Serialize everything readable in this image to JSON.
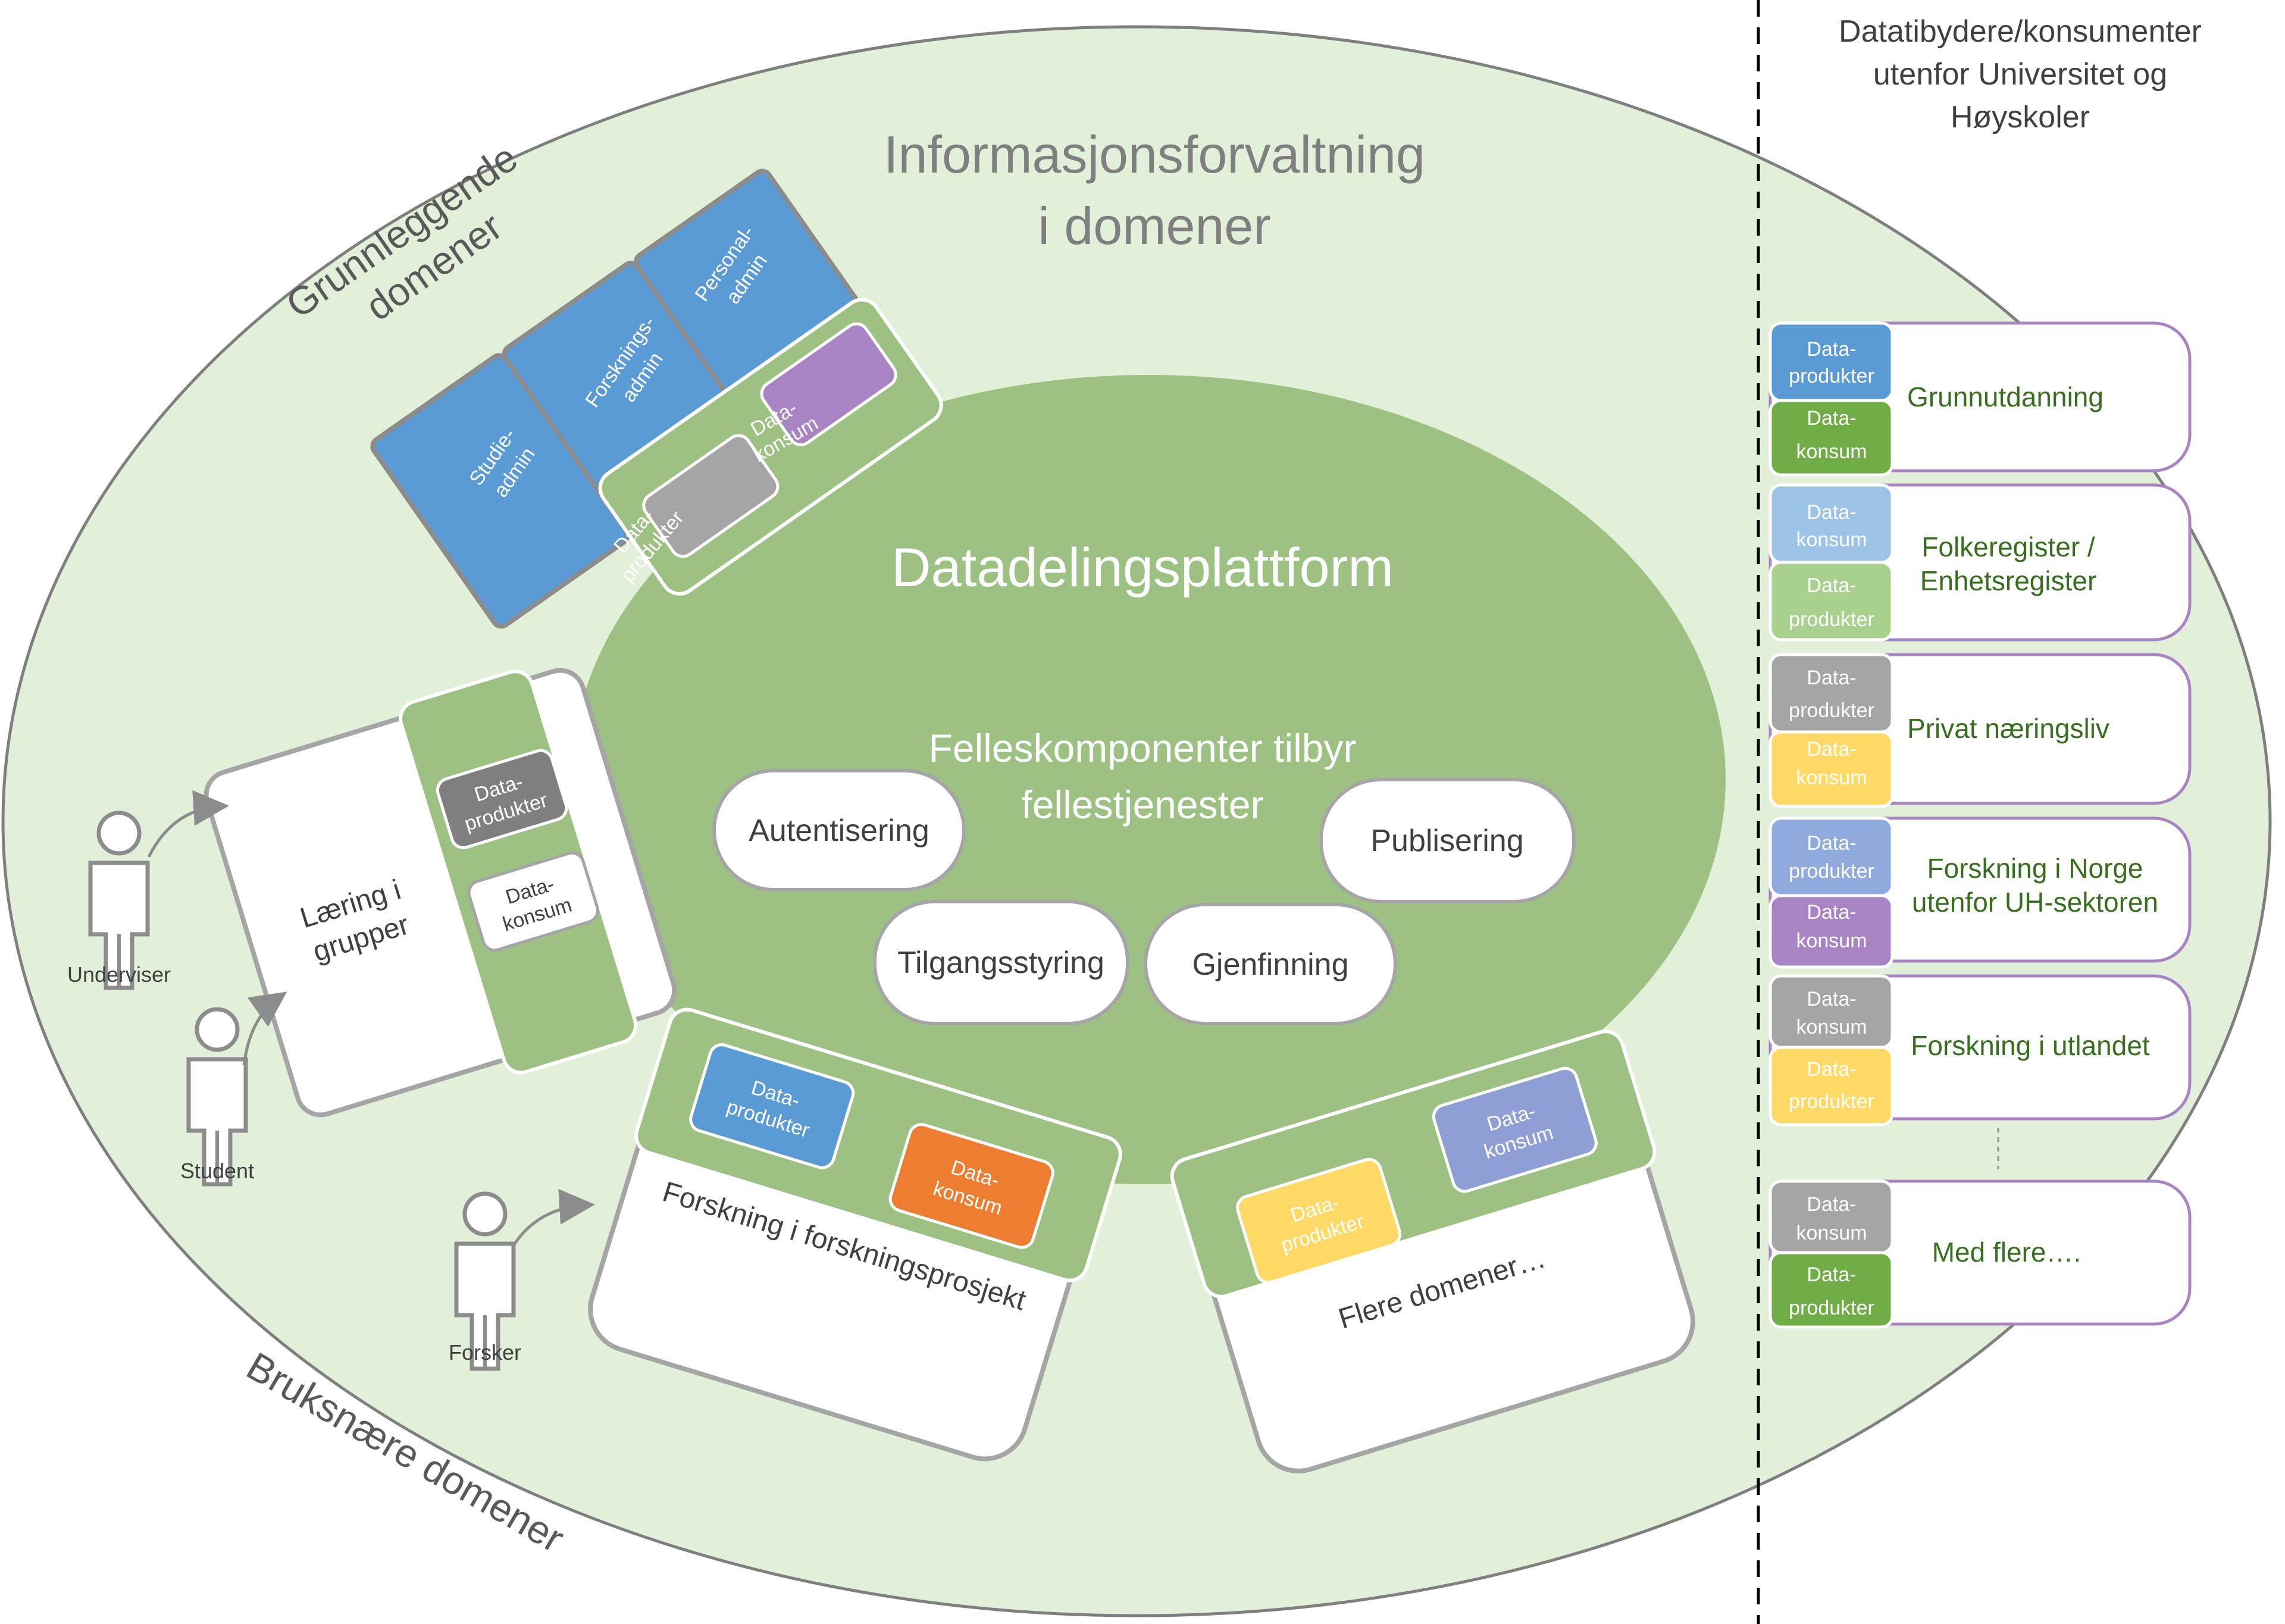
{
  "title": {
    "line1": "Informasjonsforvaltning",
    "line2": "i domener"
  },
  "platform": {
    "label": "Datadelingsplattform",
    "felles_line1": "Felleskomponenter tilbyr",
    "felles_line2": "fellestjenester",
    "services": {
      "autentisering": "Autentisering",
      "publisering": "Publisering",
      "tilgangsstyring": "Tilgangsstyring",
      "gjenfinning": "Gjenfinning"
    }
  },
  "grunnleggende": {
    "label_line1": "Grunnleggende",
    "label_line2": "domener",
    "studie_1": "Studie-",
    "studie_2": "admin",
    "forskning_1": "Forsknings-",
    "forskning_2": "admin",
    "personal_1": "Personal-",
    "personal_2": "admin",
    "produkter_1": "Data-",
    "produkter_2": "produkter",
    "konsum_1": "Data-",
    "konsum_2": "konsum"
  },
  "laering": {
    "label_line1": "Læring i",
    "label_line2": "grupper",
    "produkter_1": "Data-",
    "produkter_2": "produkter",
    "konsum_1": "Data-",
    "konsum_2": "konsum"
  },
  "forskning_prosjekt": {
    "label": "Forskning i forskningsprosjekt",
    "produkter_1": "Data-",
    "produkter_2": "produkter",
    "konsum_1": "Data-",
    "konsum_2": "konsum"
  },
  "flere": {
    "label": "Flere domener…",
    "produkter_1": "Data-",
    "produkter_2": "produkter",
    "konsum_1": "Data-",
    "konsum_2": "konsum"
  },
  "bruksnaere": "Bruksnære domener",
  "persons": {
    "underviser": "Underviser",
    "student": "Student",
    "forsker": "Forsker"
  },
  "right_panel": {
    "heading_line1": "Datatibydere/konsumenter",
    "heading_line2": "utenfor Universitet og",
    "heading_line3": "Høyskoler",
    "cards": [
      {
        "top_1": "Data-",
        "top_2": "produkter",
        "bottom_1": "Data-",
        "bottom_2": "konsum",
        "label_1": "Grunnutdanning",
        "label_2": "",
        "top_color": "#5b9bd5",
        "bottom_color": "#70ad47"
      },
      {
        "top_1": "Data-",
        "top_2": "konsum",
        "bottom_1": "Data-",
        "bottom_2": "produkter",
        "label_1": "Folkeregister /",
        "label_2": "Enhetsregister",
        "top_color": "#9dc3e6",
        "bottom_color": "#a9d18e"
      },
      {
        "top_1": "Data-",
        "top_2": "produkter",
        "bottom_1": "Data-",
        "bottom_2": "konsum",
        "label_1": "Privat næringsliv",
        "label_2": "",
        "top_color": "#a5a5a5",
        "bottom_color": "#ffd966"
      },
      {
        "top_1": "Data-",
        "top_2": "produkter",
        "bottom_1": "Data-",
        "bottom_2": "konsum",
        "label_1": "Forskning i Norge",
        "label_2": "utenfor UH-sektoren",
        "top_color": "#8faadc",
        "bottom_color": "#a884c4"
      },
      {
        "top_1": "Data-",
        "top_2": "konsum",
        "bottom_1": "Data-",
        "bottom_2": "produkter",
        "label_1": "Forskning i utlandet",
        "label_2": "",
        "top_color": "#a5a5a5",
        "bottom_color": "#ffd966"
      },
      {
        "top_1": "Data-",
        "top_2": "konsum",
        "bottom_1": "Data-",
        "bottom_2": "produkter",
        "label_1": "Med flere….",
        "label_2": "",
        "top_color": "#a5a5a5",
        "bottom_color": "#70ad47"
      }
    ]
  },
  "colors": {
    "outer_ellipse": "#e2efd9",
    "platform": "#9dc183",
    "blue": "#5b9bd5",
    "purple": "#a884c4",
    "orange": "#ed7d31",
    "yellow": "#ffd966",
    "periwinkle": "#8e9fd6",
    "grey": "#a5a5a5",
    "dark_grey": "#7f7f7f",
    "card_border": "#a884c4"
  }
}
